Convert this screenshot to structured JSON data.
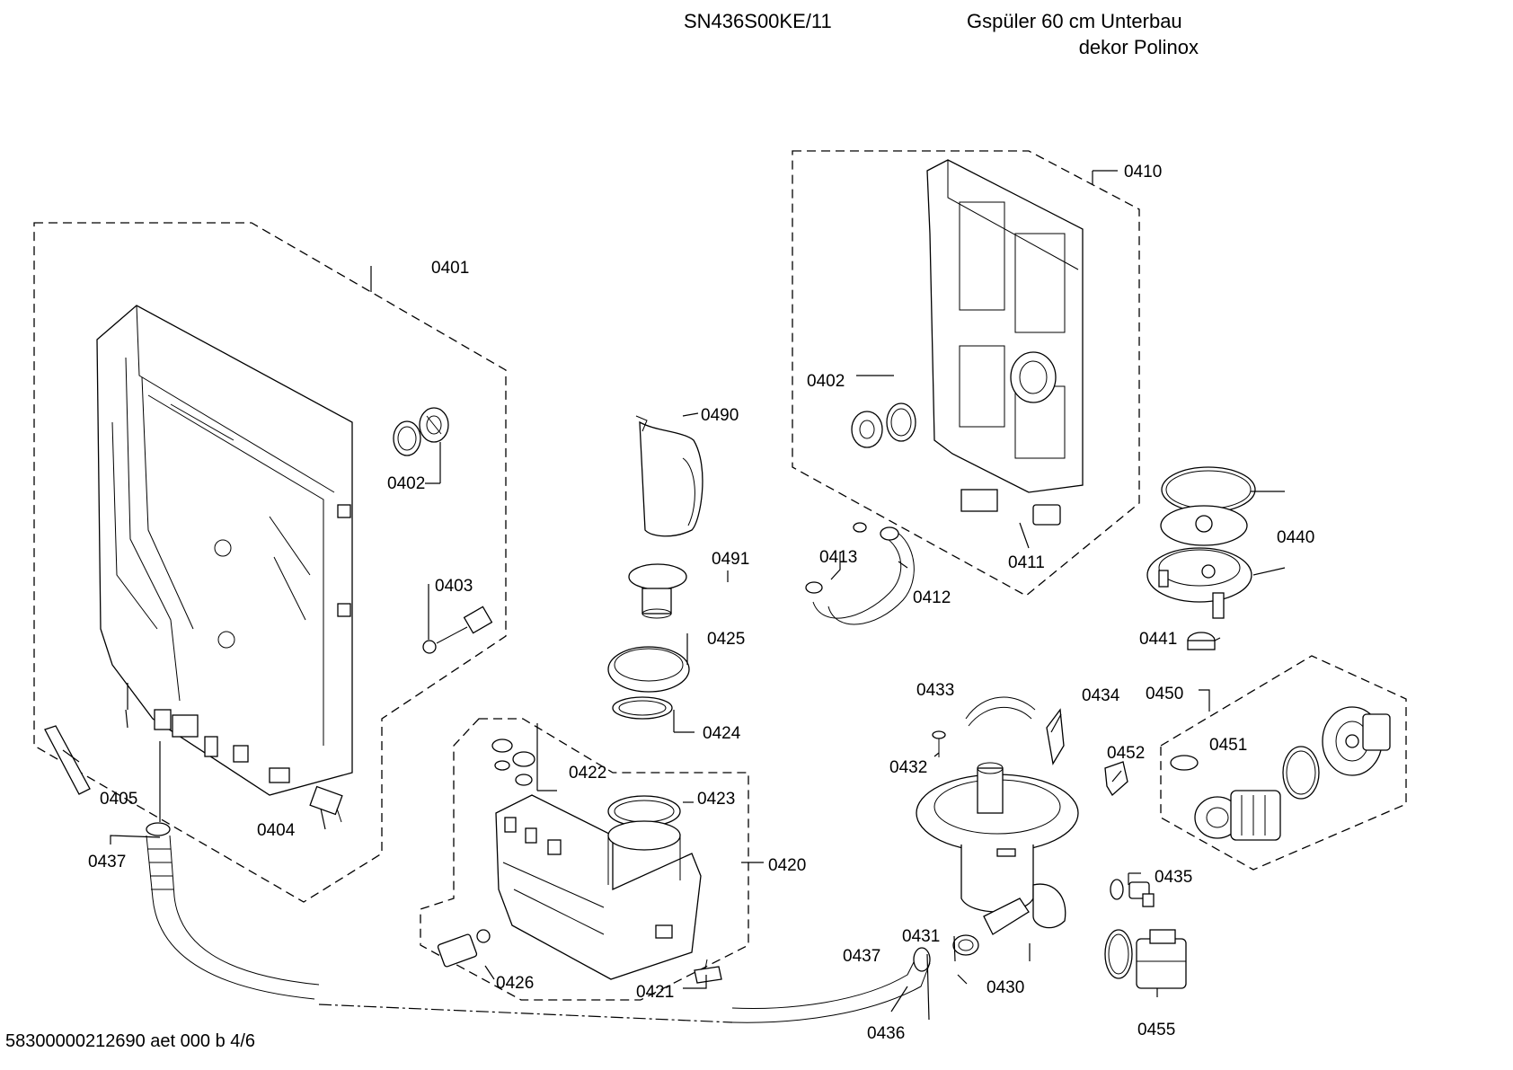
{
  "header": {
    "model": "SN436S00KE/11",
    "description_line1": "Gspüler 60 cm Unterbau",
    "description_line2": "dekor Polinox"
  },
  "footer": {
    "doc_code": "58300000212690 aet 000 b 4/6"
  },
  "parts": {
    "p0401": "0401",
    "p0402a": "0402",
    "p0403": "0403",
    "p0404": "0404",
    "p0405": "0405",
    "p0437a": "0437",
    "p0490": "0490",
    "p0491": "0491",
    "p0425": "0425",
    "p0424": "0424",
    "p0422": "0422",
    "p0423": "0423",
    "p0420": "0420",
    "p0426": "0426",
    "p0421": "0421",
    "p0410": "0410",
    "p0402b": "0402",
    "p0413": "0413",
    "p0412": "0412",
    "p0411": "0411",
    "p0440": "0440",
    "p0441": "0441",
    "p0433": "0433",
    "p0434": "0434",
    "p0432": "0432",
    "p0452": "0452",
    "p0450": "0450",
    "p0451": "0451",
    "p0435": "0435",
    "p0431": "0431",
    "p0437b": "0437",
    "p0430": "0430",
    "p0436": "0436",
    "p0455": "0455"
  }
}
